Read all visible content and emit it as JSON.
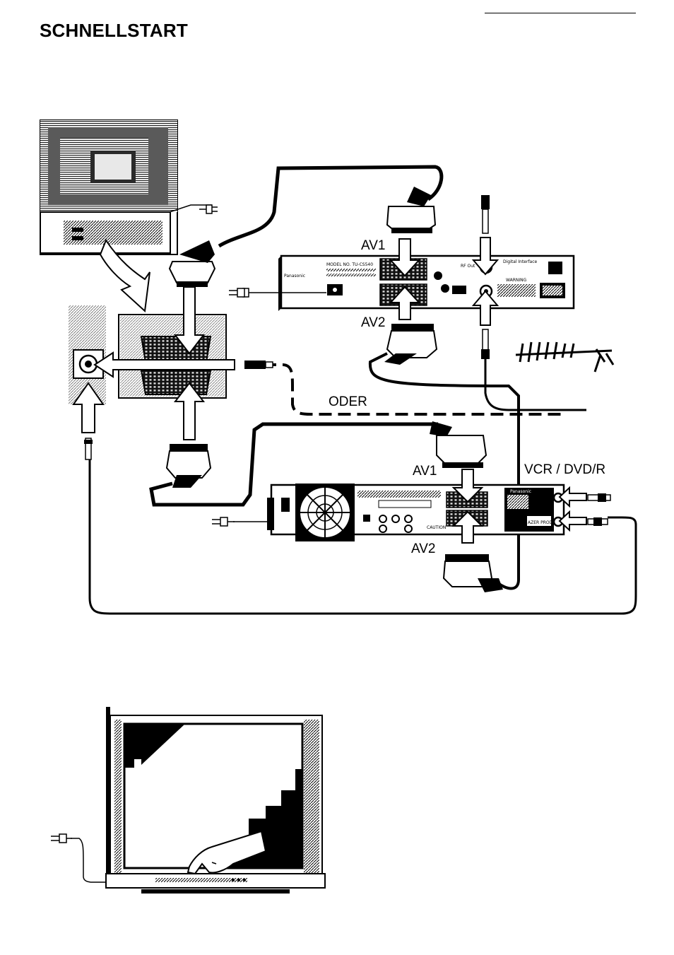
{
  "page": {
    "title": "SCHNELLSTART"
  },
  "diagram": {
    "labels": {
      "av1_receiver": "AV1",
      "av2_receiver": "AV2",
      "oder": "ODER",
      "av1_recorder": "AV1",
      "av2_recorder": "AV2",
      "recorder": "VCR / DVD/R"
    },
    "receiver_texts": {
      "brand": "Panasonic",
      "model": "MODEL NO.  TU-CS540",
      "rf_out": "RF Out",
      "warning": "WARNING",
      "digital": "Digital Interface"
    },
    "recorder_texts": {
      "brand": "Panasonic",
      "caution": "CAUTION",
      "laser": "AZER PRODUCT"
    },
    "icons": [
      "mains-plug-icon",
      "scart-plug-icon",
      "coax-plug-icon",
      "antenna-icon",
      "arrow-icon",
      "fan-grille-icon",
      "hand-icon"
    ]
  }
}
